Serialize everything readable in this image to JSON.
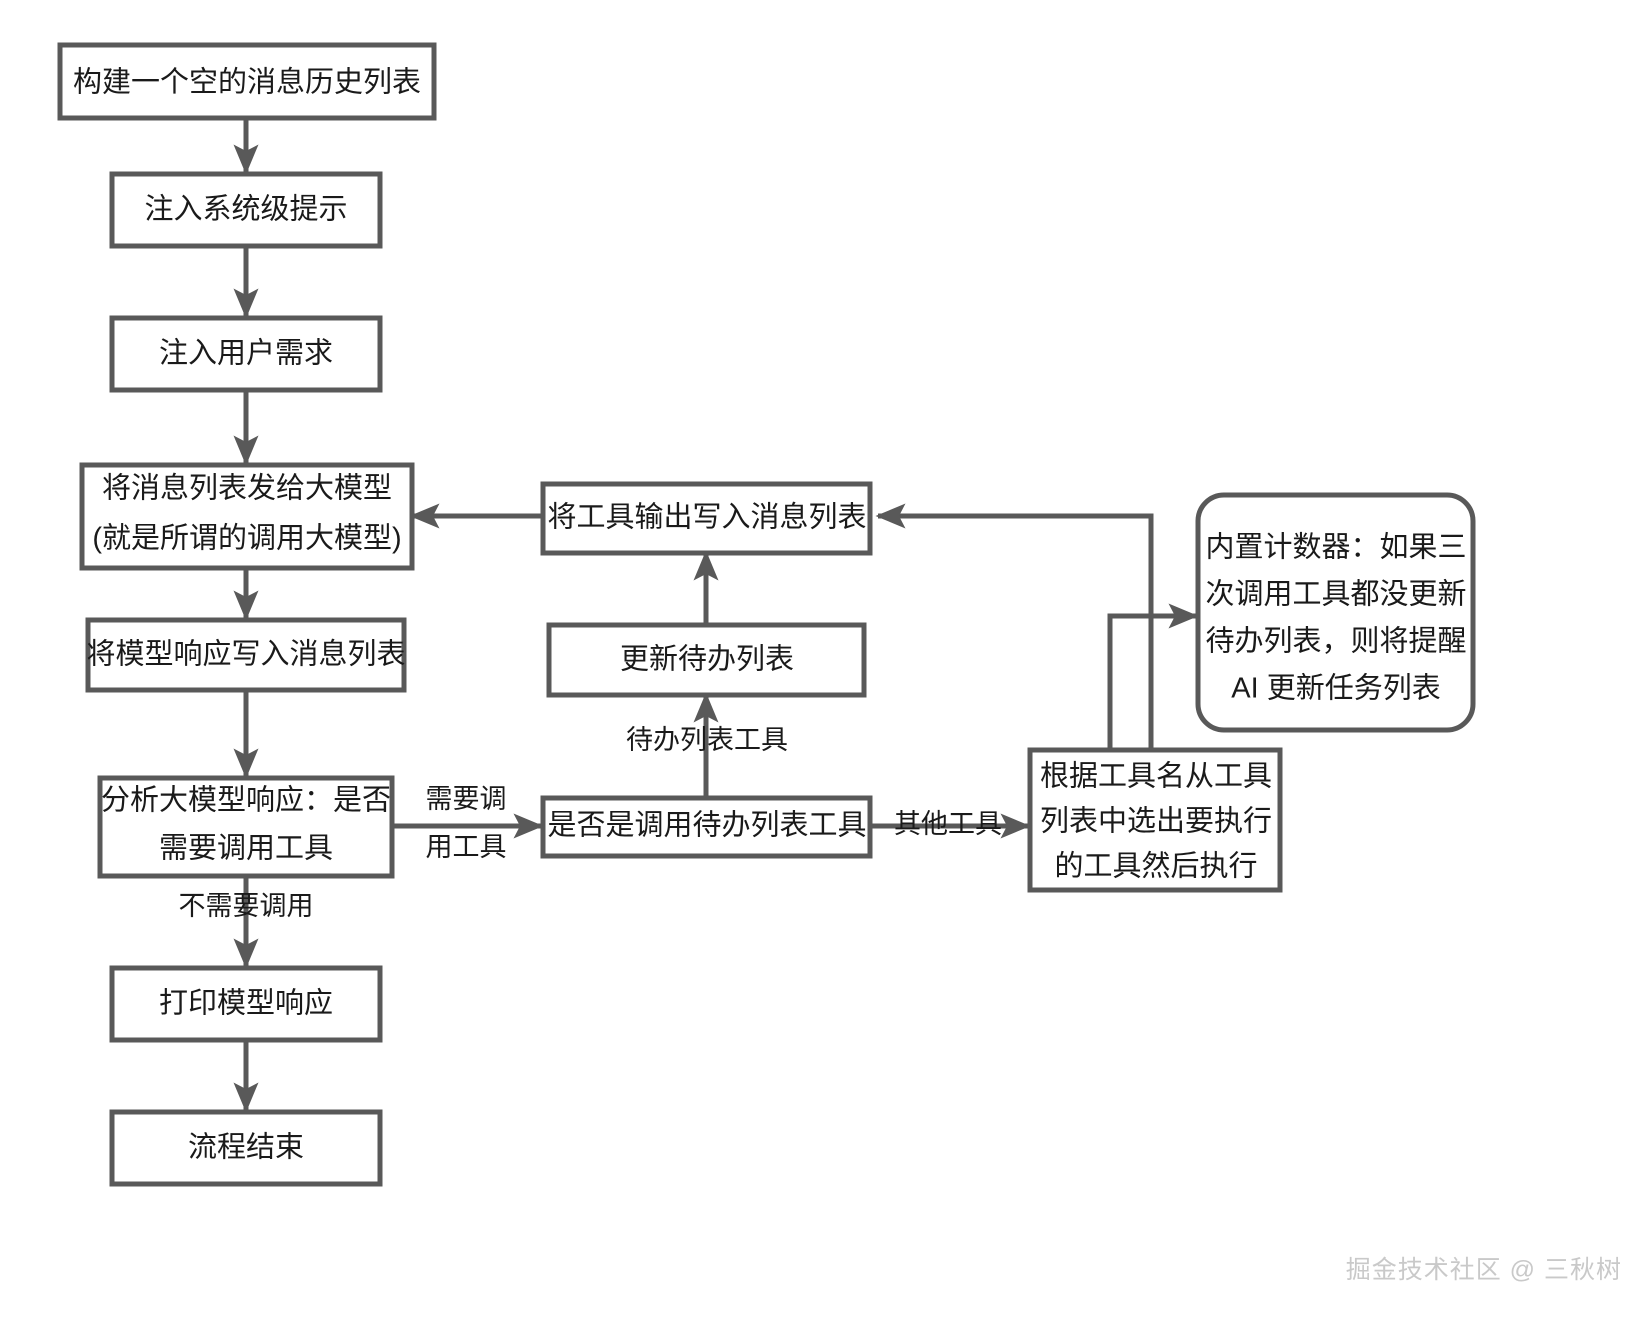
{
  "diagram": {
    "title": "AI Agent 消息循环流程图",
    "colors": {
      "stroke": "#595959",
      "text": "#1a1a1a",
      "background": "#ffffff",
      "watermark": "#c9c9c9"
    },
    "nodes": [
      {
        "id": "build-history",
        "shape": "rect",
        "lines": [
          "构建一个空的消息历史列表"
        ]
      },
      {
        "id": "inject-system",
        "shape": "rect",
        "lines": [
          "注入系统级提示"
        ]
      },
      {
        "id": "inject-user",
        "shape": "rect",
        "lines": [
          "注入用户需求"
        ]
      },
      {
        "id": "send-to-model",
        "shape": "rect",
        "lines": [
          "将消息列表发给大模型",
          "(就是所谓的调用大模型)"
        ]
      },
      {
        "id": "write-response",
        "shape": "rect",
        "lines": [
          "将模型响应写入消息列表"
        ]
      },
      {
        "id": "analyze-response",
        "shape": "rect",
        "lines": [
          "分析大模型响应：是否",
          "需要调用工具"
        ]
      },
      {
        "id": "print-response",
        "shape": "rect",
        "lines": [
          "打印模型响应"
        ]
      },
      {
        "id": "flow-end",
        "shape": "rect",
        "lines": [
          "流程结束"
        ]
      },
      {
        "id": "write-tool-output",
        "shape": "rect",
        "lines": [
          "将工具输出写入消息列表"
        ]
      },
      {
        "id": "update-todo",
        "shape": "rect",
        "lines": [
          "更新待办列表"
        ]
      },
      {
        "id": "is-todo-tool",
        "shape": "rect",
        "lines": [
          "是否是调用待办列表工具"
        ]
      },
      {
        "id": "select-tool",
        "shape": "rect",
        "lines": [
          "根据工具名从工具",
          "列表中选出要执行",
          "的工具然后执行"
        ]
      },
      {
        "id": "counter-note",
        "shape": "rounded-rect",
        "lines": [
          "内置计数器：如果三",
          "次调用工具都没更新",
          "待办列表，则将提醒",
          "AI 更新任务列表"
        ]
      }
    ],
    "edge_labels": [
      {
        "id": "need-call-tool",
        "lines": [
          "需要调",
          "用工具"
        ]
      },
      {
        "id": "no-need-call",
        "lines": [
          "不需要调用"
        ]
      },
      {
        "id": "todo-list-tool",
        "lines": [
          "待办列表工具"
        ]
      },
      {
        "id": "other-tool",
        "lines": [
          "其他工具"
        ]
      }
    ],
    "watermark": "掘金技术社区 @ 三秋树"
  },
  "chart_data": {
    "type": "diagram",
    "title": "AI Agent 消息循环流程图",
    "nodes": [
      "构建一个空的消息历史列表",
      "注入系统级提示",
      "注入用户需求",
      "将消息列表发给大模型(就是所谓的调用大模型)",
      "将模型响应写入消息列表",
      "分析大模型响应：是否需要调用工具",
      "打印模型响应",
      "流程结束",
      "将工具输出写入消息列表",
      "更新待办列表",
      "是否是调用待办列表工具",
      "根据工具名从工具列表中选出要执行的工具然后执行",
      "内置计数器：如果三次调用工具都没更新待办列表，则将提醒 AI 更新任务列表"
    ],
    "edges": [
      {
        "from": "构建一个空的消息历史列表",
        "to": "注入系统级提示",
        "label": ""
      },
      {
        "from": "注入系统级提示",
        "to": "注入用户需求",
        "label": ""
      },
      {
        "from": "注入用户需求",
        "to": "将消息列表发给大模型",
        "label": ""
      },
      {
        "from": "将消息列表发给大模型",
        "to": "将模型响应写入消息列表",
        "label": ""
      },
      {
        "from": "将模型响应写入消息列表",
        "to": "分析大模型响应：是否需要调用工具",
        "label": ""
      },
      {
        "from": "分析大模型响应：是否需要调用工具",
        "to": "打印模型响应",
        "label": "不需要调用"
      },
      {
        "from": "打印模型响应",
        "to": "流程结束",
        "label": ""
      },
      {
        "from": "分析大模型响应：是否需要调用工具",
        "to": "是否是调用待办列表工具",
        "label": "需要调用工具"
      },
      {
        "from": "是否是调用待办列表工具",
        "to": "更新待办列表",
        "label": "待办列表工具"
      },
      {
        "from": "是否是调用待办列表工具",
        "to": "根据工具名从工具列表中选出要执行的工具然后执行",
        "label": "其他工具"
      },
      {
        "from": "更新待办列表",
        "to": "将工具输出写入消息列表",
        "label": ""
      },
      {
        "from": "根据工具名从工具列表中选出要执行的工具然后执行",
        "to": "将工具输出写入消息列表",
        "label": ""
      },
      {
        "from": "根据工具名从工具列表中选出要执行的工具然后执行",
        "to": "内置计数器：如果三次调用工具都没更新待办列表，则将提醒 AI 更新任务列表",
        "label": ""
      },
      {
        "from": "将工具输出写入消息列表",
        "to": "将消息列表发给大模型",
        "label": ""
      }
    ]
  }
}
